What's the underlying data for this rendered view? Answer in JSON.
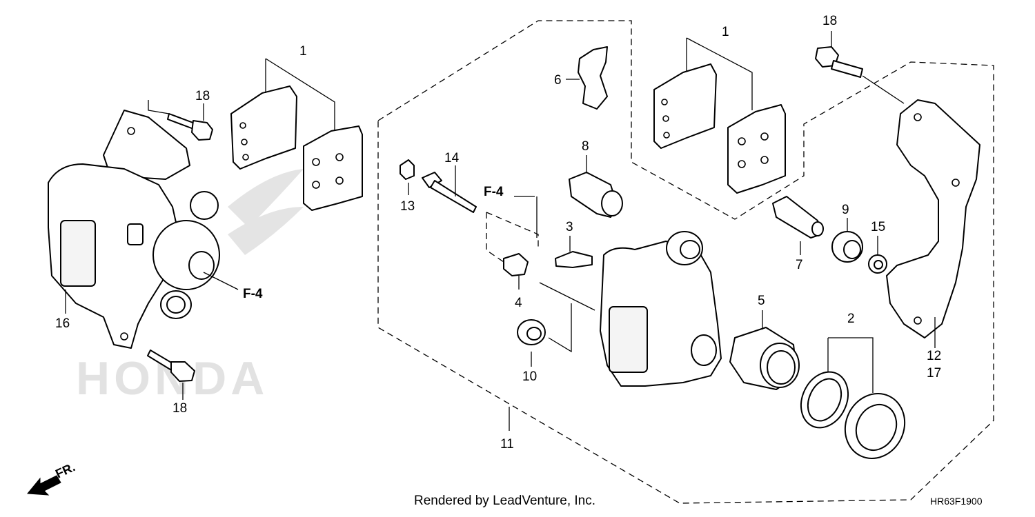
{
  "callouts": {
    "c1_left": "1",
    "c18_top_left": "18",
    "c16": "16",
    "c18_bottom_left": "18",
    "ref_f4_left": "F-4",
    "c14": "14",
    "c13": "13",
    "ref_f4_mid": "F-4",
    "c6": "6",
    "c8": "8",
    "c3": "3",
    "c4": "4",
    "c10": "10",
    "c11": "11",
    "c1_right": "1",
    "c18_right": "18",
    "c9": "9",
    "c15": "15",
    "c7": "7",
    "c5": "5",
    "c2": "2",
    "c12": "12",
    "c17": "17"
  },
  "watermark": "HONDA",
  "direction_label": "FR.",
  "credit": "Rendered by LeadVenture, Inc.",
  "diagram_code": "HR63F1900"
}
